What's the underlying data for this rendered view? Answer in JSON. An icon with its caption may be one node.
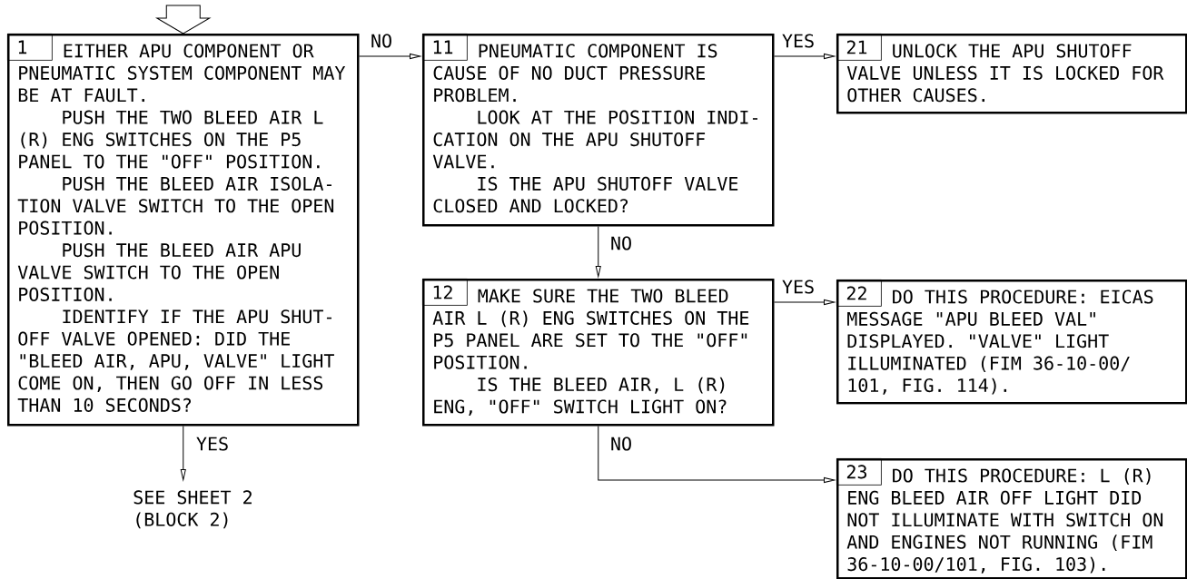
{
  "diagram": {
    "nodes": [
      {
        "text": [
          "1",
          "EITHER APU COMPONENT OR PNEUMATIC SYSTEM COMPONENT MAY BE AT FAULT.",
          "PUSH THE TWO BLEED AIR L (R) ENG SWITCHES ON THE P5 PANEL TO THE \"OFF\" POSITION.",
          "PUSH THE BLEED AIR ISOLA- TION VALVE SWITCH TO THE OPEN POSITION.",
          "PUSH THE BLEED AIR APU VALVE SWITCH TO THE OPEN POSITION.",
          "IDENTIFY IF THE APU SHUT- OFF VALVE OPENED:  DID THE \"BLEED AIR, APU, VALVE\" LIGHT COME ON, THEN GO OFF IN LESS THAN 10 SECONDS?"
        ]
      },
      {
        "text": [
          "11",
          "PNEUMATIC COMPONENT IS CAUSE OF NO DUCT PRESSURE PROBLEM.",
          "LOOK AT THE POSITION INDI- CATION ON THE APU SHUTOFF VALVE.",
          "IS THE APU SHUTOFF VALVE CLOSED AND LOCKED?"
        ]
      },
      {
        "text": [
          "21",
          "UNLOCK THE APU SHUTOFF VALVE UNLESS IT IS LOCKED FOR OTHER CAUSES."
        ]
      },
      {
        "text": [
          "12",
          "MAKE SURE THE TWO BLEED AIR L (R) ENG SWITCHES ON THE P5 PANEL ARE SET TO THE \"OFF\" POSITION.",
          "IS THE BLEED AIR, L (R) ENG, \"OFF\" SWITCH LIGHT ON?"
        ]
      },
      {
        "text": [
          "22",
          "DO THIS PROCEDURE:  EICAS MESSAGE \"APU BLEED VAL\" DISPLAYED.  \"VALVE\" LIGHT ILLUMINATED (FIM 36-10-00/ 101, FIG. 114)."
        ]
      },
      {
        "text": [
          "23",
          "DO THIS PROCEDURE:  L (R) ENG BLEED AIR OFF LIGHT DID NOT ILLUMINATE WITH SWITCH ON AND ENGINES NOT RUNNING (FIM 36-10-00/101, FIG. 103)."
        ]
      },
      {
        "text": [
          "SEE SHEET 2 (BLOCK 2)"
        ]
      }
    ],
    "edges": [
      {
        "from": null,
        "to": 0,
        "arrow": "to"
      },
      {
        "from": 0,
        "to": 1,
        "arrow": "to",
        "label": "NO"
      },
      {
        "from": 1,
        "to": 2,
        "arrow": "to",
        "label": "YES"
      },
      {
        "from": 1,
        "to": 3,
        "arrow": "to",
        "label": "NO"
      },
      {
        "from": 3,
        "to": 4,
        "arrow": "to",
        "label": "YES"
      },
      {
        "from": 3,
        "to": 5,
        "arrow": "to",
        "label": "NO"
      },
      {
        "from": 0,
        "to": 6,
        "arrow": "to",
        "label": "YES"
      }
    ]
  }
}
